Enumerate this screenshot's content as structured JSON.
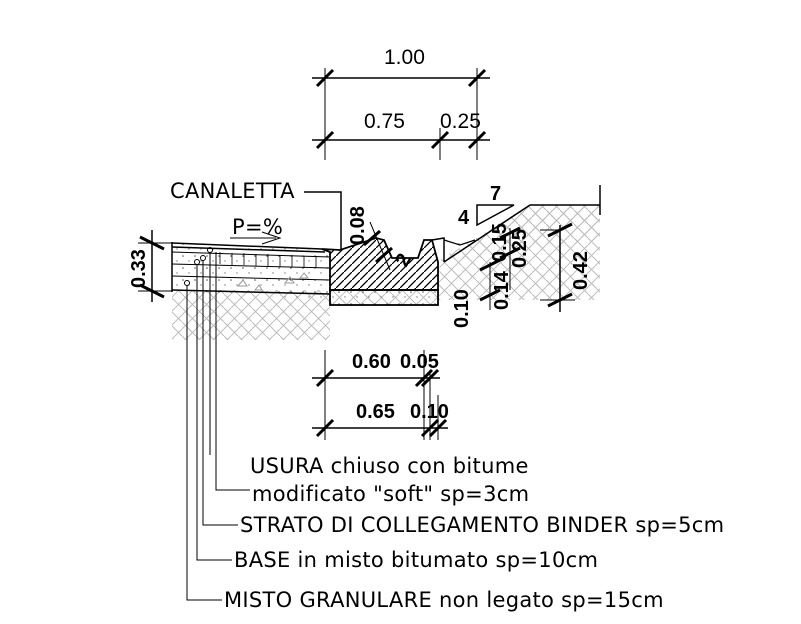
{
  "dimensions": {
    "top_total": "1.00",
    "top_left": "0.75",
    "top_right": "0.25",
    "curb_slot": "0.08",
    "curb_small": "2",
    "pavement_depth": "0.33",
    "shoulder_slope_run": "7",
    "shoulder_slope_rise": "4",
    "shoulder_a": "0.15",
    "shoulder_b": "0.25",
    "shoulder_c": "0.10",
    "shoulder_d": "0.14",
    "shoulder_total": "0.42",
    "bottom1_left": "0.60",
    "bottom1_right": "0.05",
    "bottom2_left": "0.65",
    "bottom2_right": "0.10"
  },
  "labels": {
    "canaletta": "CANALETTA",
    "slope": "P=%",
    "layer1_line1": "USURA chiuso con bitume",
    "layer1_line2": "modificato \"soft\" sp=3cm",
    "layer2": "STRATO DI COLLEGAMENTO BINDER sp=5cm",
    "layer3": "BASE in misto bitumato sp=10cm",
    "layer4": "MISTO GRANULARE non legato sp=15cm"
  }
}
